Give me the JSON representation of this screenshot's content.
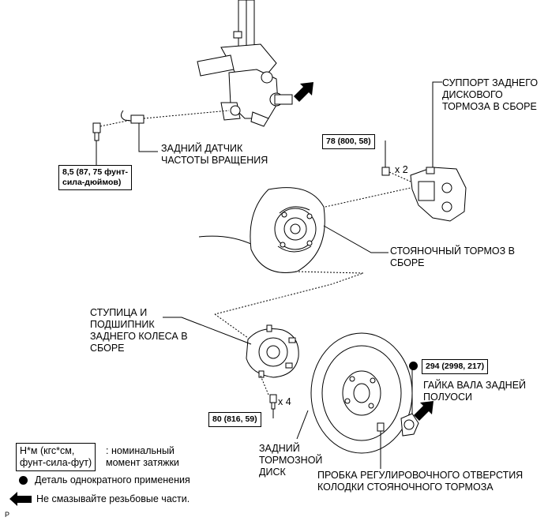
{
  "labels": {
    "sensor": "ЗАДНИЙ ДАТЧИК\nЧАСТОТЫ ВРАЩЕНИЯ",
    "caliper": "СУППОРТ ЗАДНЕГО\nДИСКОВОГО\nТОРМОЗА В СБОРЕ",
    "parking_brake": "СТОЯНОЧНЫЙ ТОРМОЗ В\nСБОРЕ",
    "hub": "СТУПИЦА И\nПОДШИПНИК\nЗАДНЕГО КОЛЕСА В\nСБОРЕ",
    "nut": "ГАЙКА ВАЛА ЗАДНЕЙ\nПОЛУОСИ",
    "disc": "ЗАДНИЙ\nТОРМОЗНОЙ\nДИСК",
    "plug": "ПРОБКА РЕГУЛИРОВОЧНОГО ОТВЕРСТИЯ\nКОЛОДКИ СТОЯНОЧНОГО ТОРМОЗА"
  },
  "torques": {
    "sensor": "8,5 (87, 75 фунт-\nсила-дюймов)",
    "caliper": "78 (800, 58)",
    "hub": "80 (816, 59)",
    "nut": "294 (2998, 217)"
  },
  "multipliers": {
    "caliper": "x 2",
    "hub": "x 4"
  },
  "legend": {
    "unit_box": "Н*м (кгс*см,\nфунт-сила-фут)",
    "unit_desc": ": номинальный\nмомент затяжки",
    "single_use": "Деталь однократного применения",
    "no_lube": "Не смазывайте резьбовые части."
  },
  "corner_mark": "P"
}
